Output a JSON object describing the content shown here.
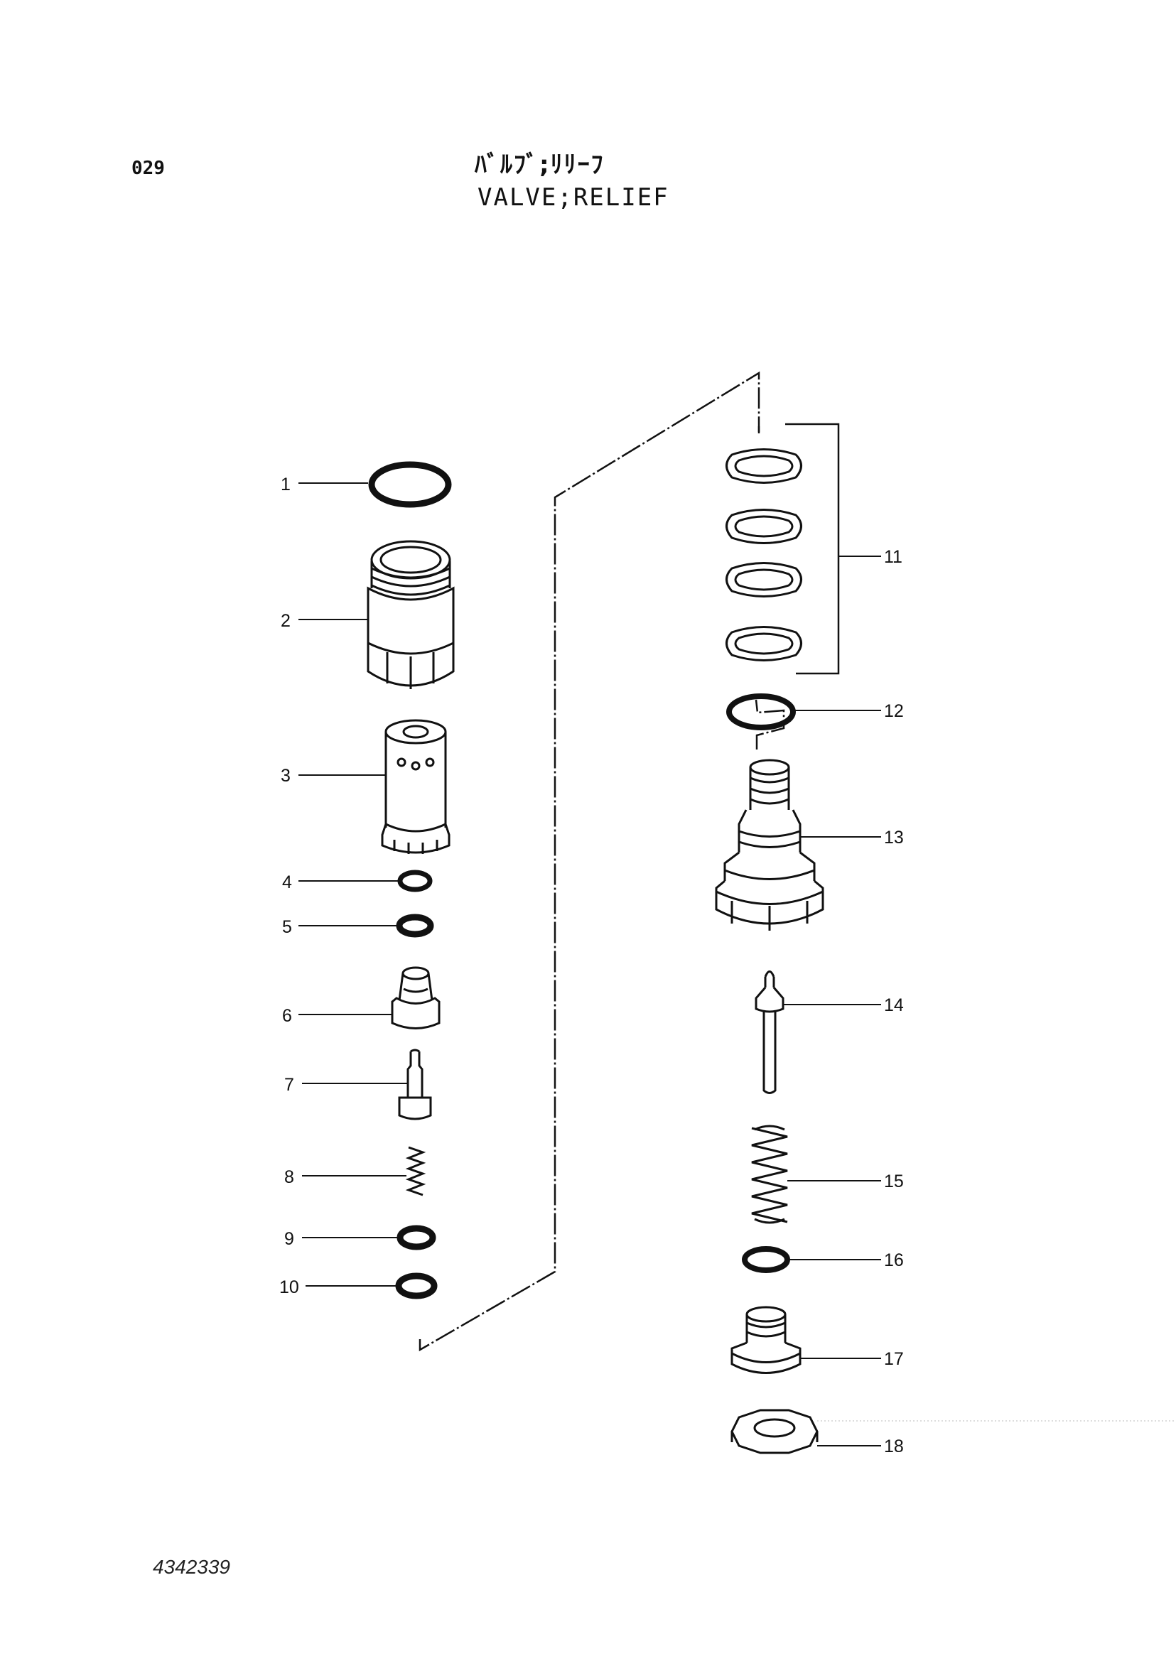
{
  "header": {
    "page_code": "029",
    "title_jp": "ﾊﾞﾙﾌﾞ;ﾘﾘｰﾌ",
    "title_en": "VALVE;RELIEF"
  },
  "callouts": [
    "1",
    "2",
    "3",
    "4",
    "5",
    "6",
    "7",
    "8",
    "9",
    "10",
    "11",
    "12",
    "13",
    "14",
    "15",
    "16",
    "17",
    "18"
  ],
  "footer": {
    "doc_number": "4342339"
  }
}
